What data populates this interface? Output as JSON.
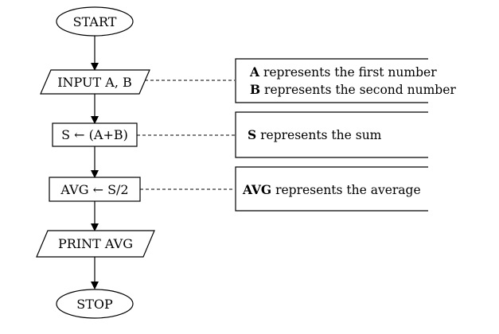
{
  "nodes": {
    "start": "START",
    "input": "INPUT A, B",
    "sum": "S ← (A+B)",
    "avg": "AVG ← S/2",
    "print": "PRINT AVG",
    "stop": "STOP"
  },
  "notes": {
    "input": [
      {
        "term": "A",
        "text": " represents the first number"
      },
      {
        "term": "B",
        "text": " represents the second number"
      }
    ],
    "sum": [
      {
        "term": "S",
        "text": " represents the sum"
      }
    ],
    "avg": [
      {
        "term": "AVG",
        "text": " represents the average"
      }
    ]
  }
}
